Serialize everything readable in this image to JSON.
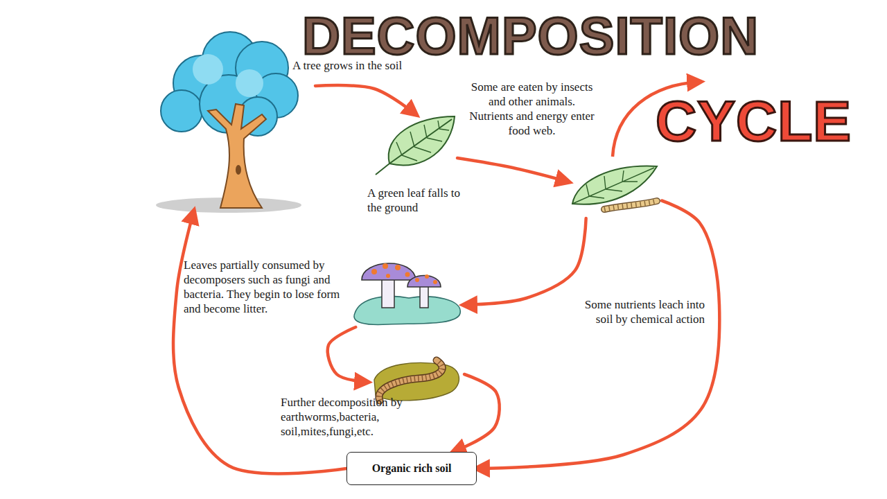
{
  "diagram": {
    "title": "DECOMPOSITION",
    "nodes": [
      {
        "text": [
          "A tree grows in the soil"
        ]
      },
      {
        "text": [
          "A green leaf falls to the ground"
        ]
      },
      {
        "text": [
          "Some are eaten by insects and other animals. Nutrients and energy enter food web."
        ]
      },
      {
        "text": [
          "Leaves partially consumed by decomposers such as fungi and bacteria. They begin to lose form and become litter."
        ]
      },
      {
        "text": [
          "Further decomposition by earthworms,bacteria, soil,mites,fungi,etc."
        ]
      },
      {
        "text": [
          "Organic rich soil"
        ]
      }
    ],
    "edges": [
      {
        "from": 0,
        "to": 1,
        "arrow": "to"
      },
      {
        "from": 1,
        "to": 2,
        "arrow": "to"
      },
      {
        "from": 2,
        "to": 3,
        "arrow": "to"
      },
      {
        "from": 2,
        "to": 5,
        "label": "Some nutrients leach into soil by chemical action",
        "arrow": "to"
      },
      {
        "from": 3,
        "to": 4,
        "arrow": "to"
      },
      {
        "from": 4,
        "to": 5,
        "arrow": "to"
      },
      {
        "from": 5,
        "to": 0,
        "arrow": "to"
      }
    ],
    "labels": [
      "CYCLE"
    ]
  }
}
